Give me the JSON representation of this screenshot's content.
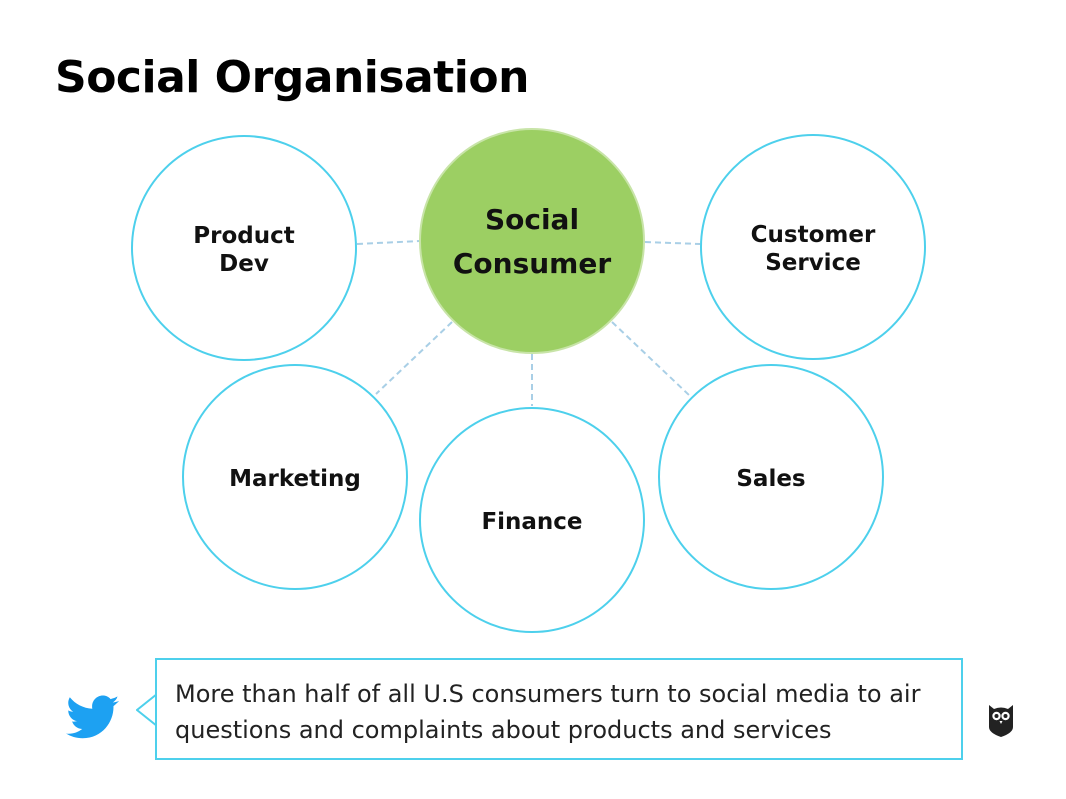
{
  "title": "Social Organisation",
  "center_node": {
    "line1": "Social",
    "line2": "Consumer",
    "color": "#9ccf63"
  },
  "nodes": {
    "product_dev": {
      "line1": "Product",
      "line2": "Dev"
    },
    "customer_service": {
      "line1": "Customer",
      "line2": "Service"
    },
    "marketing": {
      "label": "Marketing"
    },
    "finance": {
      "label": "Finance"
    },
    "sales": {
      "label": "Sales"
    }
  },
  "colors": {
    "circle_stroke": "#4dd0ec",
    "connector": "#a9cfe6",
    "twitter": "#1da1f2",
    "owl": "#222222"
  },
  "callout": {
    "text": "More than half of all U.S consumers turn to social media to air questions and complaints about products and services",
    "icon": "twitter-bird-icon"
  },
  "logo": {
    "icon": "hootsuite-owl-icon"
  }
}
